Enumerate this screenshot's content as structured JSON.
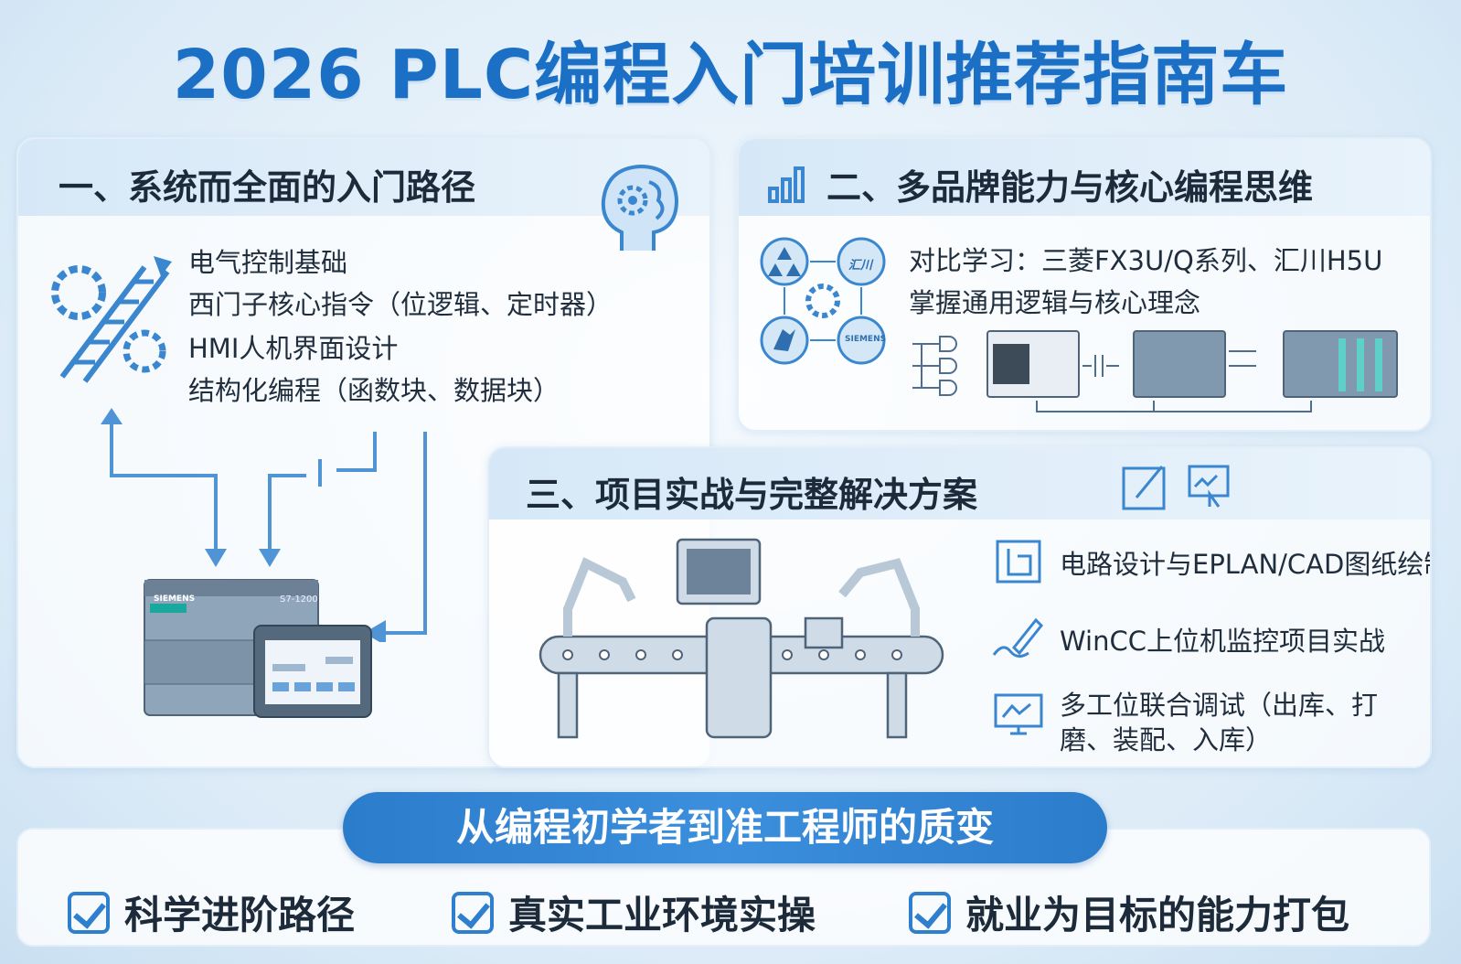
{
  "title": "2026 PLC编程入门培训推荐指南车",
  "section1": {
    "heading": "一、系统而全面的入门路径",
    "items": [
      "电气控制基础",
      "西门子核心指令（位逻辑、定时器）",
      "HMI人机界面设计",
      "结构化编程（函数块、数据块）"
    ],
    "plc_brand": "SIEMENS",
    "plc_model": "S7-1200"
  },
  "section2": {
    "heading": "二、多品牌能力与核心编程思维",
    "items": [
      "对比学习：三菱FX3U/Q系列、汇川H5U",
      "掌握通用逻辑与核心理念"
    ],
    "brands": [
      "汇川",
      "SIEMENS"
    ]
  },
  "section3": {
    "heading": "三、项目实战与完整解决方案",
    "items": [
      "电路设计与EPLAN/CAD图纸绘制",
      "WinCC上位机监控项目实战",
      "多工位联合调试（出库、打磨、装配、入库）"
    ]
  },
  "banner": "从编程初学者到准工程师的质变",
  "highlights": [
    "科学进阶路径",
    "真实工业环境实操",
    "就业为目标的能力打包"
  ],
  "colors": {
    "accent": "#1b6fc4",
    "banner": "#2c7ccc",
    "text": "#1c2a3a"
  }
}
